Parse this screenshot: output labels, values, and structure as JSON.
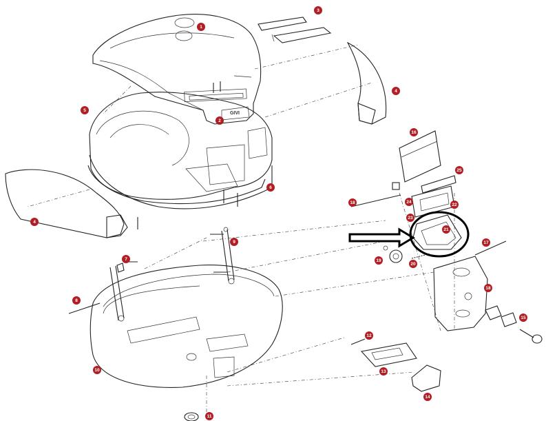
{
  "diagram": {
    "part_color": "#b11e24",
    "brand_text": "GIVI",
    "parts": [
      {
        "id": "p1",
        "label": "1"
      },
      {
        "id": "p2",
        "label": "2"
      },
      {
        "id": "p3",
        "label": "3"
      },
      {
        "id": "p4a",
        "label": "4"
      },
      {
        "id": "p4b",
        "label": "4"
      },
      {
        "id": "p5",
        "label": "5"
      },
      {
        "id": "p6",
        "label": "6"
      },
      {
        "id": "p7",
        "label": "7"
      },
      {
        "id": "p8",
        "label": "8"
      },
      {
        "id": "p9",
        "label": "9"
      },
      {
        "id": "p10",
        "label": "10"
      },
      {
        "id": "p11",
        "label": "11"
      },
      {
        "id": "p12",
        "label": "12"
      },
      {
        "id": "p13",
        "label": "13"
      },
      {
        "id": "p14",
        "label": "14"
      },
      {
        "id": "p15",
        "label": "15"
      },
      {
        "id": "p16",
        "label": "16"
      },
      {
        "id": "p17",
        "label": "17"
      },
      {
        "id": "p18a",
        "label": "18"
      },
      {
        "id": "p18b",
        "label": "18"
      },
      {
        "id": "p19",
        "label": "19"
      },
      {
        "id": "p20",
        "label": "20"
      },
      {
        "id": "p21",
        "label": "21"
      },
      {
        "id": "p22",
        "label": "22"
      },
      {
        "id": "p23",
        "label": "23"
      },
      {
        "id": "p24",
        "label": "24"
      },
      {
        "id": "p25",
        "label": "25"
      }
    ]
  }
}
